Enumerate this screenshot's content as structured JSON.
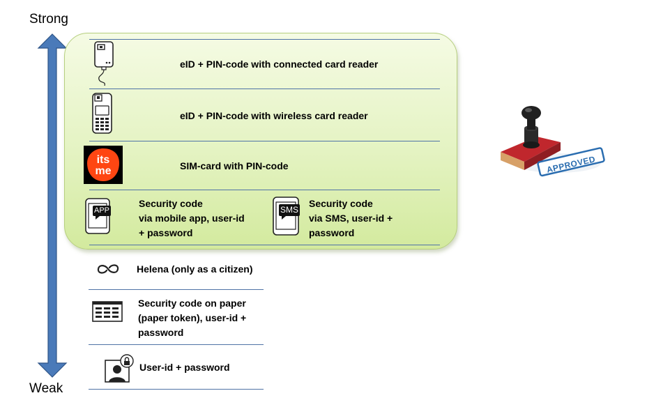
{
  "axis": {
    "top_label": "Strong",
    "bottom_label": "Weak"
  },
  "methods": [
    {
      "id": "eid-connected",
      "label": "eID + PIN-code with connected card reader",
      "icon": "card-reader-icon"
    },
    {
      "id": "eid-wireless",
      "label": "eID + PIN-code with wireless card reader",
      "icon": "wireless-card-reader-icon"
    },
    {
      "id": "sim",
      "label": "SIM-card with PIN-code",
      "icon": "itsme-logo",
      "logo_text": "its me"
    },
    {
      "id": "app",
      "label_lines": [
        "Security code",
        "via mobile app, user-id",
        "+ password"
      ],
      "icon": "phone-app-icon",
      "badge": "APP"
    },
    {
      "id": "sms",
      "label_lines": [
        "Security code",
        "via SMS, user-id +",
        "password"
      ],
      "icon": "phone-sms-icon",
      "badge": "SMS"
    },
    {
      "id": "helena",
      "label": "Helena (only as a citizen)",
      "icon": "helena-icon"
    },
    {
      "id": "paper",
      "label_lines": [
        "Security code on paper",
        "(paper token), user-id +",
        "password"
      ],
      "icon": "paper-token-icon"
    },
    {
      "id": "userid",
      "label": "User-id + password",
      "icon": "user-lock-icon"
    }
  ],
  "stamp": {
    "text": "APPROVED",
    "icon": "approved-stamp-icon"
  },
  "colors": {
    "arrow": "#4a7ab9",
    "separator": "#4f73a6",
    "green_box": "#e4f3c2",
    "itsme": "#ff4612",
    "stamp_red": "#c0272d",
    "stamp_blue": "#2a6db0"
  }
}
